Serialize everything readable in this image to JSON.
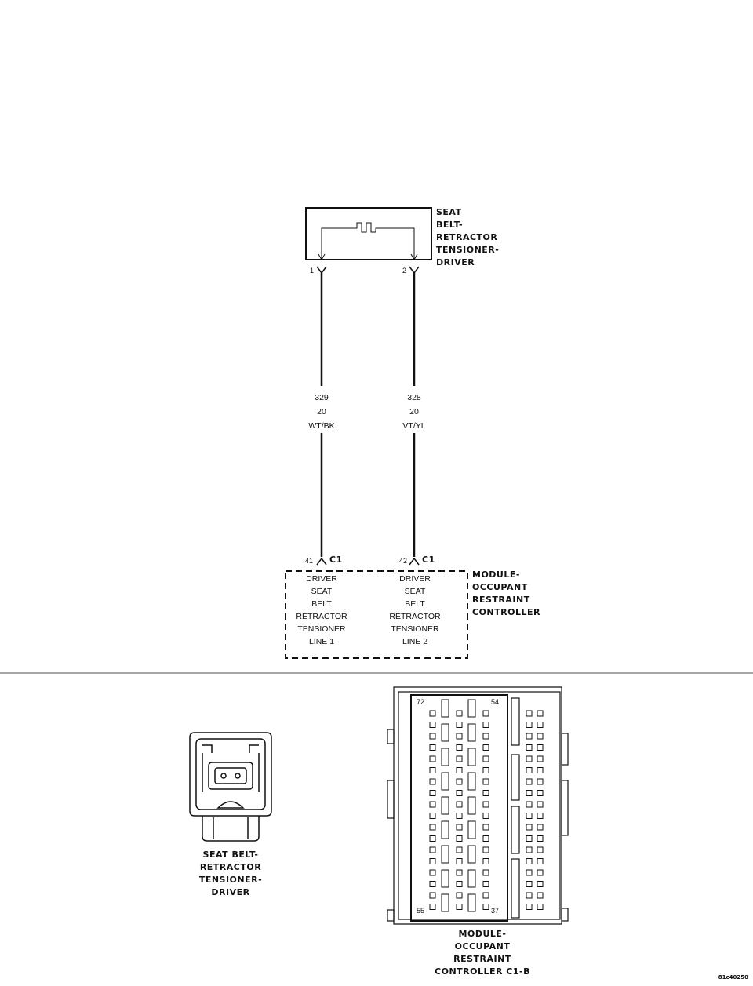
{
  "component_top": {
    "label_lines": [
      "SEAT",
      "BELT-",
      "RETRACTOR",
      "TENSIONER-",
      "DRIVER"
    ],
    "pin_left": "1",
    "pin_right": "2"
  },
  "wires": [
    {
      "circuit": "329",
      "gauge": "20",
      "color": "WT/BK"
    },
    {
      "circuit": "328",
      "gauge": "20",
      "color": "VT/YL"
    }
  ],
  "module": {
    "label_lines": [
      "MODULE-",
      "OCCUPANT",
      "RESTRAINT",
      "CONTROLLER"
    ],
    "pin_left": "41",
    "pin_right": "42",
    "connector_left": "C1",
    "connector_right": "C1",
    "left_function_lines": [
      "DRIVER",
      "SEAT",
      "BELT",
      "RETRACTOR",
      "TENSIONER",
      "LINE 1"
    ],
    "right_function_lines": [
      "DRIVER",
      "SEAT",
      "BELT",
      "RETRACTOR",
      "TENSIONER",
      "LINE 2"
    ]
  },
  "connector_view_left": {
    "label_lines": [
      "SEAT BELT-",
      "RETRACTOR",
      "TENSIONER-",
      "DRIVER"
    ]
  },
  "connector_view_right": {
    "label_lines": [
      "MODULE-",
      "OCCUPANT",
      "RESTRAINT",
      "CONTROLLER C1-B"
    ],
    "pin_tl": "72",
    "pin_tr": "54",
    "pin_bl": "55",
    "pin_br": "37"
  },
  "figure_id": "81c40250"
}
